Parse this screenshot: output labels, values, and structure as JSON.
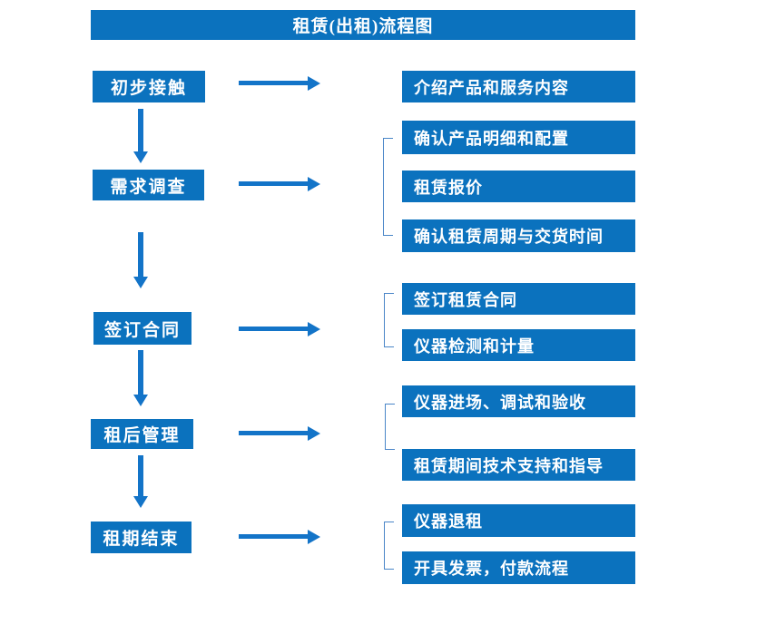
{
  "flowchart": {
    "title": "租赁(出租)流程图",
    "stages": [
      {
        "label": "初步接触",
        "outputs": [
          "介绍产品和服务内容"
        ]
      },
      {
        "label": "需求调查",
        "outputs": [
          "确认产品明细和配置",
          "租赁报价",
          "确认租赁周期与交货时间"
        ]
      },
      {
        "label": "签订合同",
        "outputs": [
          "签订租赁合同",
          "仪器检测和计量"
        ]
      },
      {
        "label": "租后管理",
        "outputs": [
          "仪器进场、调试和验收",
          "租赁期间技术支持和指导"
        ]
      },
      {
        "label": "租期结束",
        "outputs": [
          "仪器退租",
          "开具发票，付款流程"
        ]
      }
    ],
    "colors": {
      "box_blue": "#0b72be",
      "arrow_blue": "#1374c8",
      "bracket_blue": "#4a86c8",
      "text_white": "#ffffff",
      "background": "#ffffff"
    }
  }
}
